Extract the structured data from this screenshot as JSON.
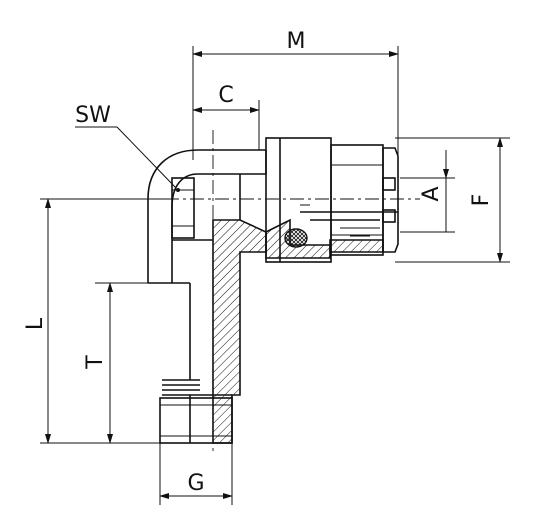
{
  "drawing": {
    "labels": {
      "M": "M",
      "C": "C",
      "SW": "SW",
      "A": "A",
      "F": "F",
      "L": "L",
      "T": "T",
      "G": "G"
    },
    "colors": {
      "line": "#111111",
      "background": "#ffffff"
    }
  }
}
